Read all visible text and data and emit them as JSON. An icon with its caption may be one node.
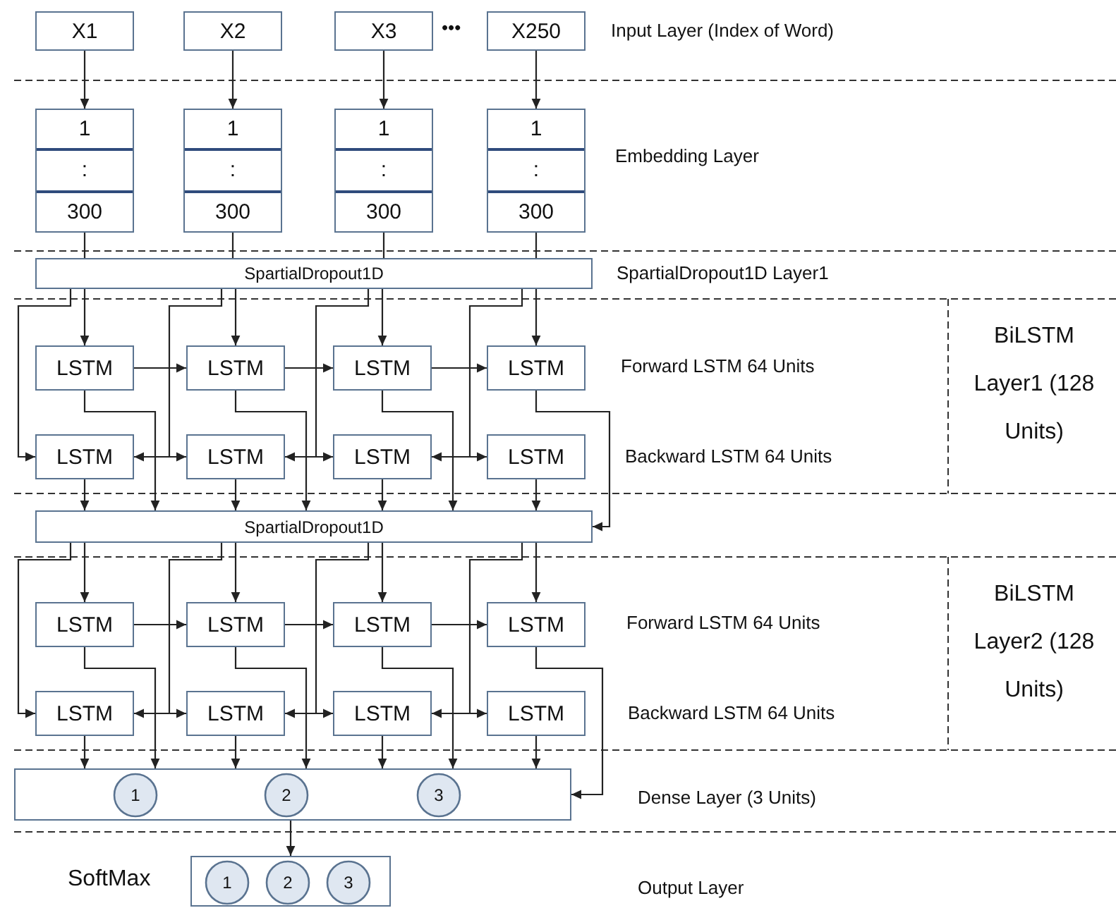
{
  "diagram": {
    "nodes": [
      {
        "text": [
          "X1"
        ]
      },
      {
        "text": [
          "X2"
        ]
      },
      {
        "text": [
          "X3"
        ]
      },
      {
        "text": [
          "X250"
        ]
      },
      {
        "text": [
          "1",
          ":",
          "300"
        ]
      },
      {
        "text": [
          "1",
          ":",
          "300"
        ]
      },
      {
        "text": [
          "1",
          ":",
          "300"
        ]
      },
      {
        "text": [
          "1",
          ":",
          "300"
        ]
      },
      {
        "text": [
          "SpartialDropout1D"
        ]
      },
      {
        "text": [
          "LSTM"
        ]
      },
      {
        "text": [
          "LSTM"
        ]
      },
      {
        "text": [
          "LSTM"
        ]
      },
      {
        "text": [
          "LSTM"
        ]
      },
      {
        "text": [
          "LSTM"
        ]
      },
      {
        "text": [
          "LSTM"
        ]
      },
      {
        "text": [
          "LSTM"
        ]
      },
      {
        "text": [
          "LSTM"
        ]
      },
      {
        "text": [
          "SpartialDropout1D"
        ]
      },
      {
        "text": [
          "LSTM"
        ]
      },
      {
        "text": [
          "LSTM"
        ]
      },
      {
        "text": [
          "LSTM"
        ]
      },
      {
        "text": [
          "LSTM"
        ]
      },
      {
        "text": [
          "LSTM"
        ]
      },
      {
        "text": [
          "LSTM"
        ]
      },
      {
        "text": [
          "LSTM"
        ]
      },
      {
        "text": [
          "LSTM"
        ]
      },
      {
        "text": [],
        "shape": "box"
      },
      {
        "text": [
          "1"
        ],
        "in": 26
      },
      {
        "text": [
          "2"
        ],
        "in": 26
      },
      {
        "text": [
          "3"
        ],
        "in": 26
      },
      {
        "text": [],
        "shape": "box",
        "beside": [
          "SoftMax"
        ]
      },
      {
        "text": [
          "1"
        ],
        "in": 30
      },
      {
        "text": [
          "2"
        ],
        "in": 30
      },
      {
        "text": [
          "3"
        ],
        "in": 30
      }
    ],
    "edges": [
      {
        "from": 0,
        "to": 4,
        "arrow": "to"
      },
      {
        "from": 1,
        "to": 5,
        "arrow": "to"
      },
      {
        "from": 2,
        "to": 6,
        "arrow": "to"
      },
      {
        "from": 3,
        "to": 7,
        "arrow": "to"
      },
      {
        "from": 4,
        "to": 8,
        "arrow": "none"
      },
      {
        "from": 5,
        "to": 8,
        "arrow": "none"
      },
      {
        "from": 6,
        "to": 8,
        "arrow": "none"
      },
      {
        "from": 7,
        "to": 8,
        "arrow": "none"
      },
      {
        "from": 8,
        "to": 9,
        "arrow": "to"
      },
      {
        "from": 8,
        "to": 10,
        "arrow": "to"
      },
      {
        "from": 8,
        "to": 11,
        "arrow": "to"
      },
      {
        "from": 8,
        "to": 12,
        "arrow": "to"
      },
      {
        "from": 8,
        "to": 13,
        "arrow": "to"
      },
      {
        "from": 8,
        "to": 14,
        "arrow": "to"
      },
      {
        "from": 8,
        "to": 15,
        "arrow": "to"
      },
      {
        "from": 8,
        "to": 16,
        "arrow": "to"
      },
      {
        "from": 9,
        "to": 10,
        "arrow": "to"
      },
      {
        "from": 10,
        "to": 11,
        "arrow": "to"
      },
      {
        "from": 11,
        "to": 12,
        "arrow": "to"
      },
      {
        "from": 14,
        "to": 13,
        "arrow": "to"
      },
      {
        "from": 15,
        "to": 14,
        "arrow": "to"
      },
      {
        "from": 16,
        "to": 15,
        "arrow": "to"
      },
      {
        "from": 9,
        "to": 17,
        "arrow": "to"
      },
      {
        "from": 10,
        "to": 17,
        "arrow": "to"
      },
      {
        "from": 11,
        "to": 17,
        "arrow": "to"
      },
      {
        "from": 12,
        "to": 17,
        "arrow": "to"
      },
      {
        "from": 13,
        "to": 17,
        "arrow": "to"
      },
      {
        "from": 14,
        "to": 17,
        "arrow": "to"
      },
      {
        "from": 15,
        "to": 17,
        "arrow": "to"
      },
      {
        "from": 16,
        "to": 17,
        "arrow": "to"
      },
      {
        "from": 17,
        "to": 18,
        "arrow": "to"
      },
      {
        "from": 17,
        "to": 19,
        "arrow": "to"
      },
      {
        "from": 17,
        "to": 20,
        "arrow": "to"
      },
      {
        "from": 17,
        "to": 21,
        "arrow": "to"
      },
      {
        "from": 17,
        "to": 22,
        "arrow": "to"
      },
      {
        "from": 17,
        "to": 23,
        "arrow": "to"
      },
      {
        "from": 17,
        "to": 24,
        "arrow": "to"
      },
      {
        "from": 17,
        "to": 25,
        "arrow": "to"
      },
      {
        "from": 18,
        "to": 19,
        "arrow": "to"
      },
      {
        "from": 19,
        "to": 20,
        "arrow": "to"
      },
      {
        "from": 20,
        "to": 21,
        "arrow": "to"
      },
      {
        "from": 23,
        "to": 22,
        "arrow": "to"
      },
      {
        "from": 24,
        "to": 23,
        "arrow": "to"
      },
      {
        "from": 25,
        "to": 24,
        "arrow": "to"
      },
      {
        "from": 18,
        "to": 26,
        "arrow": "to"
      },
      {
        "from": 19,
        "to": 26,
        "arrow": "to"
      },
      {
        "from": 20,
        "to": 26,
        "arrow": "to"
      },
      {
        "from": 21,
        "to": 26,
        "arrow": "to"
      },
      {
        "from": 22,
        "to": 26,
        "arrow": "to"
      },
      {
        "from": 23,
        "to": 26,
        "arrow": "to"
      },
      {
        "from": 24,
        "to": 26,
        "arrow": "to"
      },
      {
        "from": 25,
        "to": 26,
        "arrow": "to"
      },
      {
        "from": 26,
        "to": 30,
        "arrow": "to"
      }
    ],
    "labels": [
      "•••",
      "Input Layer (Index of Word)",
      "Embedding Layer",
      "SpartialDropout1D Layer1",
      "Forward LSTM 64 Units",
      "Backward LSTM 64 Units",
      "BiLSTM Layer1 (128 Units)",
      "Forward LSTM 64 Units",
      "Backward LSTM 64 Units",
      "BiLSTM Layer2 (128 Units)",
      "Dense Layer (3 Units)",
      "Output Layer"
    ]
  }
}
